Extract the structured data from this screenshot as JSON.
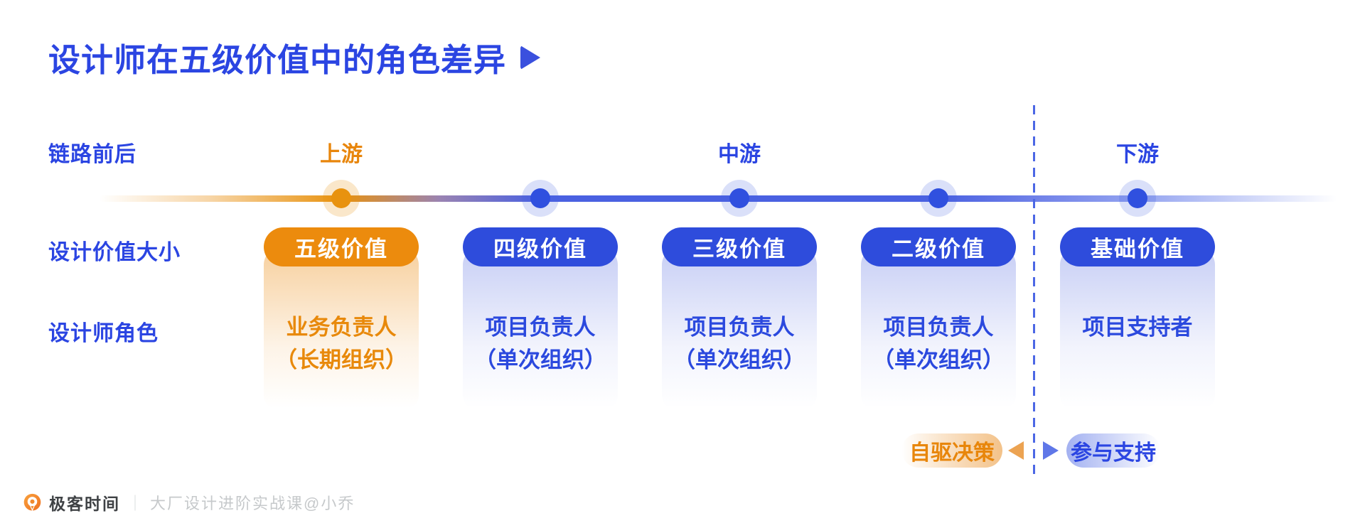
{
  "title": {
    "text": "设计师在五级价值中的角色差异"
  },
  "row_labels": {
    "chain": "链路前后",
    "value_size": "设计价值大小",
    "designer_role": "设计师角色"
  },
  "streams": [
    {
      "label": "上游",
      "color": "#E8860C"
    },
    {
      "label": "中游",
      "color": "#2B45E2"
    },
    {
      "label": "下游",
      "color": "#2B45E2"
    }
  ],
  "columns": [
    {
      "pill": "五级价值",
      "role_line1": "业务负责人",
      "role_line2": "（长期组织）",
      "theme": "orange"
    },
    {
      "pill": "四级价值",
      "role_line1": "项目负责人",
      "role_line2": "（单次组织）",
      "theme": "blue"
    },
    {
      "pill": "三级价值",
      "role_line1": "项目负责人",
      "role_line2": "（单次组织）",
      "theme": "blue"
    },
    {
      "pill": "二级价值",
      "role_line1": "项目负责人",
      "role_line2": "（单次组织）",
      "theme": "blue"
    },
    {
      "pill": "基础价值",
      "role_line1": "项目支持者",
      "role_line2": "",
      "theme": "blue"
    }
  ],
  "legend": {
    "left_label": "自驱决策",
    "right_label": "参与支持"
  },
  "footer": {
    "brand": "极客时间",
    "divider": "｜",
    "course": "大厂设计进阶实战课@小乔"
  },
  "colors": {
    "primary_blue": "#2B45E2",
    "pill_blue": "#2E4CDC",
    "accent_orange": "#E8890B",
    "pill_orange": "#EC8B0D",
    "timeline_blue": "#4A61E1",
    "timeline_orange": "#E8920F",
    "footer_gray": "#C6C9CB"
  }
}
